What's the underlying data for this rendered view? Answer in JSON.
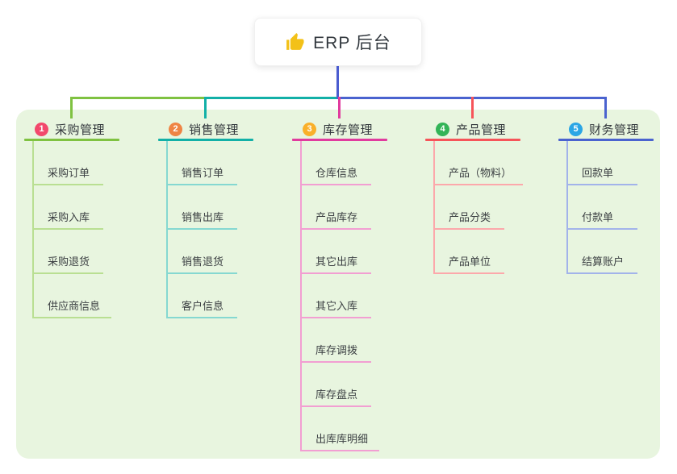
{
  "root": {
    "title": "ERP 后台",
    "icon": "thumbs-up-icon",
    "icon_color": "#f3c118",
    "line_color": "#4a5cd0"
  },
  "canvas": {
    "panel_color": "#e8f5df"
  },
  "branches": [
    {
      "badge": "1",
      "badge_color": "#f2486c",
      "title": "采购管理",
      "line_color": "#7fc241",
      "light_color": "#b9df92",
      "items": [
        "采购订单",
        "采购入库",
        "采购退货",
        "供应商信息"
      ]
    },
    {
      "badge": "2",
      "badge_color": "#ef8444",
      "title": "销售管理",
      "line_color": "#12b0a7",
      "light_color": "#85d8d1",
      "items": [
        "销售订单",
        "销售出库",
        "销售退货",
        "客户信息"
      ]
    },
    {
      "badge": "3",
      "badge_color": "#f9b02a",
      "title": "库存管理",
      "line_color": "#e13b9e",
      "light_color": "#f29ed2",
      "items": [
        "仓库信息",
        "产品库存",
        "其它出库",
        "其它入库",
        "库存调拨",
        "库存盘点",
        "出库库明细"
      ]
    },
    {
      "badge": "4",
      "badge_color": "#33b457",
      "title": "产品管理",
      "line_color": "#f65459",
      "light_color": "#fca8ab",
      "items": [
        "产品（物料）",
        "产品分类",
        "产品单位"
      ]
    },
    {
      "badge": "5",
      "badge_color": "#2ba6e5",
      "title": "财务管理",
      "line_color": "#4a63cf",
      "light_color": "#a2b3ea",
      "items": [
        "回款单",
        "付款单",
        "结算账户"
      ]
    }
  ]
}
